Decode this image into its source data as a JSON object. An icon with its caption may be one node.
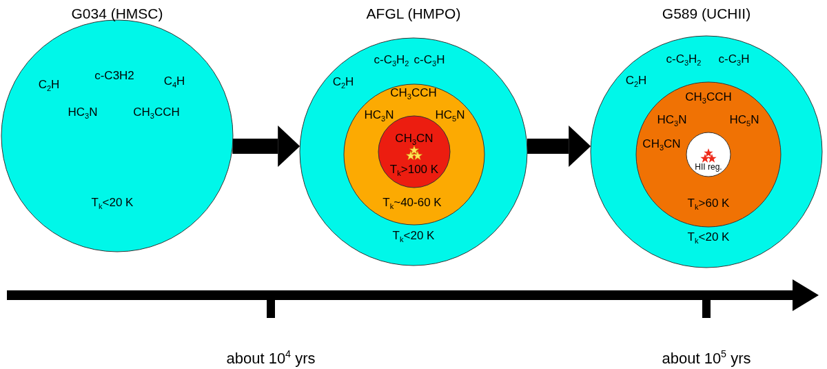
{
  "diagram": {
    "nodes": [
      {
        "text": [
          "G034 (HMSC)",
          "C$_{2}$H",
          "c-C3H2",
          "C$_{4}$H",
          "HC$_{3}$N",
          "CH$_{3}$CCH",
          "T$_{k}$<20 K"
        ]
      },
      {
        "text": [
          "AFGL (HMPO)",
          "c-C$_{3}$H$_{2}$",
          "c-C$_{3}$H",
          "C$_{2}$H",
          "T$_{k}$<20 K"
        ]
      },
      {
        "text": [
          "CH$_{3}$CCH",
          "HC$_{3}$N",
          "HC$_{5}$N",
          "T$_{k}$~40-60 K"
        ],
        "in": 1
      },
      {
        "text": [
          "CH$_{3}$CN",
          "T$_{k}$>100 K"
        ],
        "in": 2
      },
      {
        "text": [
          "G589 (UCHII)",
          "c-C$_{3}$H$_{2}$",
          "c-C$_{3}$H",
          "C$_{2}$H",
          "T$_{k}$<20 K"
        ]
      },
      {
        "text": [
          "CH$_{3}$CCH",
          "HC$_{3}$N",
          "HC$_{5}$N",
          "CH$_{3}$CN",
          "T$_{k}$>60 K"
        ],
        "in": 4
      },
      {
        "text": [
          "HII reg."
        ],
        "in": 5
      }
    ],
    "edges": [
      {
        "from": 0,
        "to": 1,
        "arrow": "to"
      },
      {
        "from": 1,
        "to": 4,
        "arrow": "to"
      }
    ],
    "labels": [
      "about 10$^{4}$ yrs",
      "about 10$^{5}$ yrs"
    ]
  }
}
